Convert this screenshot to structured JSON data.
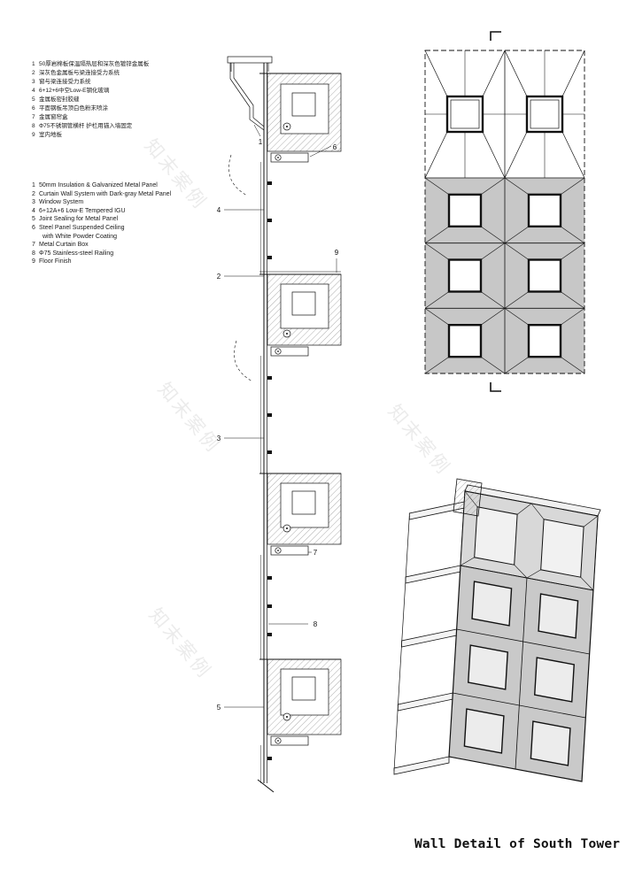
{
  "title": "Wall Detail of South Tower",
  "watermark": "知末案例",
  "legend_cn": [
    {
      "num": "1",
      "text": "50厚岩棉板保温隔热层和深灰色镀锌金属板"
    },
    {
      "num": "2",
      "text": "深灰色金属板与梁连接受力系统"
    },
    {
      "num": "3",
      "text": "窗与梁连接受力系统"
    },
    {
      "num": "4",
      "text": "6+12+6中空Low-E钢化玻璃"
    },
    {
      "num": "5",
      "text": "金属板密封胶缝"
    },
    {
      "num": "6",
      "text": "平面钢板吊顶白色粉末喷涂"
    },
    {
      "num": "7",
      "text": "金属窗帘盒"
    },
    {
      "num": "8",
      "text": "Φ75不锈钢管横杆 护栏用锚入墙固定"
    },
    {
      "num": "9",
      "text": "室内地板"
    }
  ],
  "legend_en": [
    {
      "num": "1",
      "text": "50mm Insulation & Galvanized Metal Panel"
    },
    {
      "num": "2",
      "text": "Curtain Wall System with Dark-gray Metal Panel"
    },
    {
      "num": "3",
      "text": "Window System"
    },
    {
      "num": "4",
      "text": "6+12A+6 Low-E Tempered IGU"
    },
    {
      "num": "5",
      "text": "Joint Sealing for Metal Panel"
    },
    {
      "num": "6",
      "text": "Steel Panel Suspended Ceiling"
    },
    {
      "num": "",
      "text": "with White Powder Coating"
    },
    {
      "num": "7",
      "text": "Metal Curtain Box"
    },
    {
      "num": "8",
      "text": "Φ75 Stainless-steel Railing"
    },
    {
      "num": "9",
      "text": "Floor Finish"
    }
  ],
  "callouts": [
    "1",
    "6",
    "4",
    "9",
    "2",
    "3",
    "7",
    "8",
    "5"
  ],
  "colors": {
    "line": "#111111",
    "panel_gray": "#c7c7c7",
    "hatch_gray": "#777777"
  }
}
